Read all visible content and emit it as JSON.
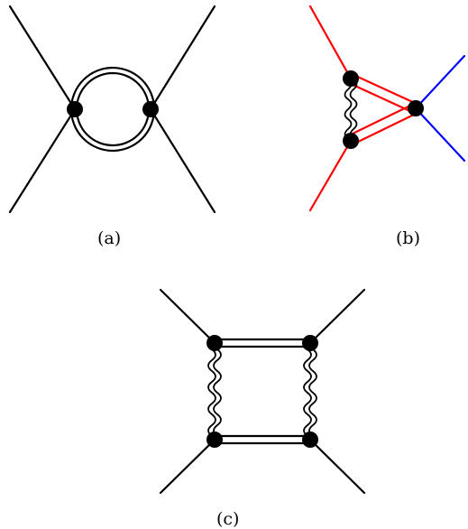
{
  "captions": {
    "a": "(a)",
    "b": "(b)",
    "c": "(c)"
  },
  "colors": {
    "default": "#000000",
    "red": "#ff0000",
    "blue": "#0000ff"
  }
}
